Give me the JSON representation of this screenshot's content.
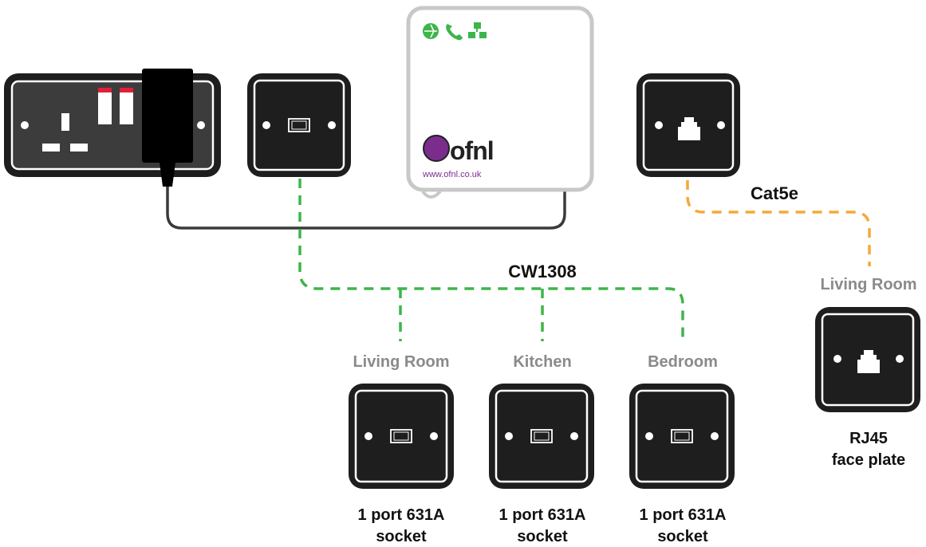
{
  "router": {
    "brand": "ofnl",
    "url": "www.ofnl.co.uk",
    "icons": [
      "globe-icon",
      "phone-icon",
      "network-icon"
    ]
  },
  "cables": {
    "coax_label": "CW1308",
    "ethernet_label": "Cat5e"
  },
  "rooms": {
    "living_room": "Living Room",
    "kitchen": "Kitchen",
    "bedroom": "Bedroom",
    "living_room_rj45": "Living Room"
  },
  "captions": {
    "socket_line1": "1 port 631A",
    "socket_line2": "socket",
    "rj45_line1": "RJ45",
    "rj45_line2": "face plate"
  },
  "colors": {
    "plate": "#1e1e1e",
    "plate_border": "#3a3a3a",
    "coax_cable": "#3db54a",
    "ethernet_cable": "#f4a93b",
    "router_icons": "#3db54a",
    "brand_purple": "#7b2d8e",
    "room_label": "#8a8a8a",
    "switch_red": "#e0203a"
  }
}
